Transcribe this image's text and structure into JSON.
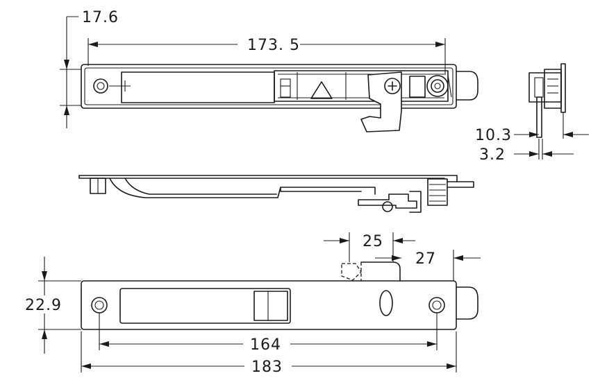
{
  "dimensions": {
    "top_height": "17.6",
    "top_length": "173. 5",
    "side_offset": "10.3",
    "side_thickness": "3.2",
    "latch_width": "25",
    "latch_offset": "27",
    "bottom_height": "22.9",
    "hole_spacing": "164",
    "overall_length": "183"
  }
}
